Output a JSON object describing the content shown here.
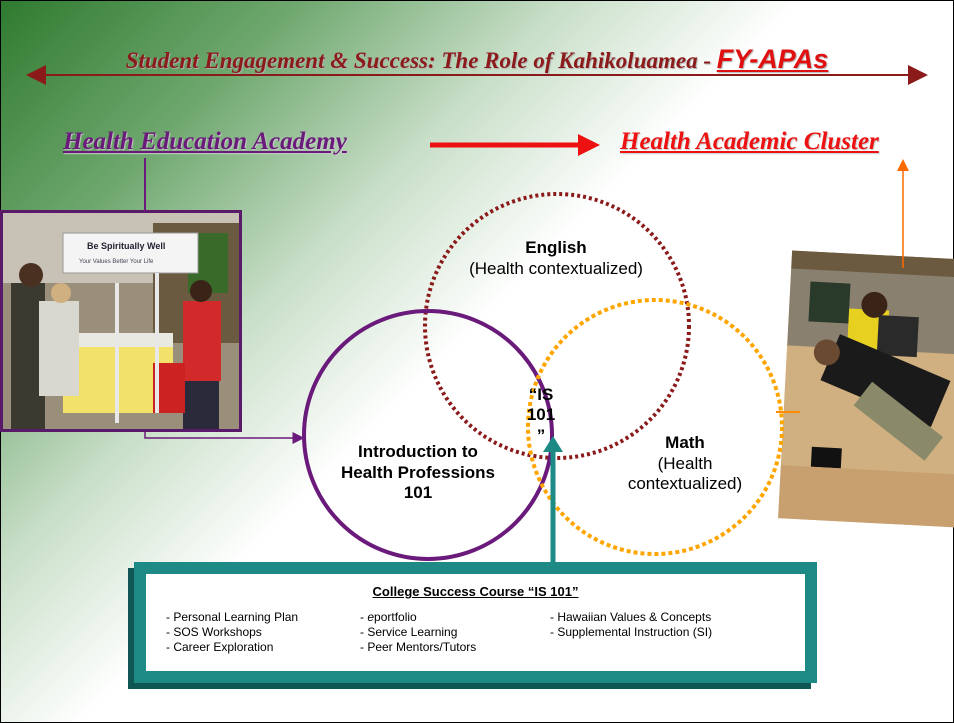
{
  "title": {
    "main": "Student Engagement & Success: The Role of Kahikoluamea - ",
    "highlight": "FY-APAs"
  },
  "headings": {
    "left": "Health Education Academy",
    "right": "Health Academic Cluster"
  },
  "circles": {
    "english": {
      "name": "English",
      "note": "(Health contextualized)"
    },
    "intro": {
      "line1": "Introduction to",
      "line2": "Health Professions",
      "line3": "101"
    },
    "math": {
      "name": "Math",
      "note1": "(Health",
      "note2": "contextualized)"
    },
    "center": {
      "line1": "“IS",
      "line2": "101",
      "line3": "”"
    }
  },
  "photo_left_sign": {
    "line1": "Be Spiritually Well",
    "line2": "Your Values Better Your Life"
  },
  "course_box": {
    "title": "College Success Course “IS 101”",
    "col1": [
      "- Personal Learning Plan",
      "- SOS Workshops",
      "- Career Exploration"
    ],
    "col2_first_italic": "e",
    "col2": [
      "portfolio",
      "- Service Learning",
      "- Peer Mentors/Tutors"
    ],
    "col3": [
      "- Hawaiian Values & Concepts",
      "-  Supplemental Instruction (SI)"
    ]
  },
  "colors": {
    "title": "#8b1a1a",
    "accent_red": "#e01010",
    "purple": "#6a1a7a",
    "dark_red": "#8b1a1a",
    "orange": "#ffa500",
    "teal": "#1e8a86"
  }
}
